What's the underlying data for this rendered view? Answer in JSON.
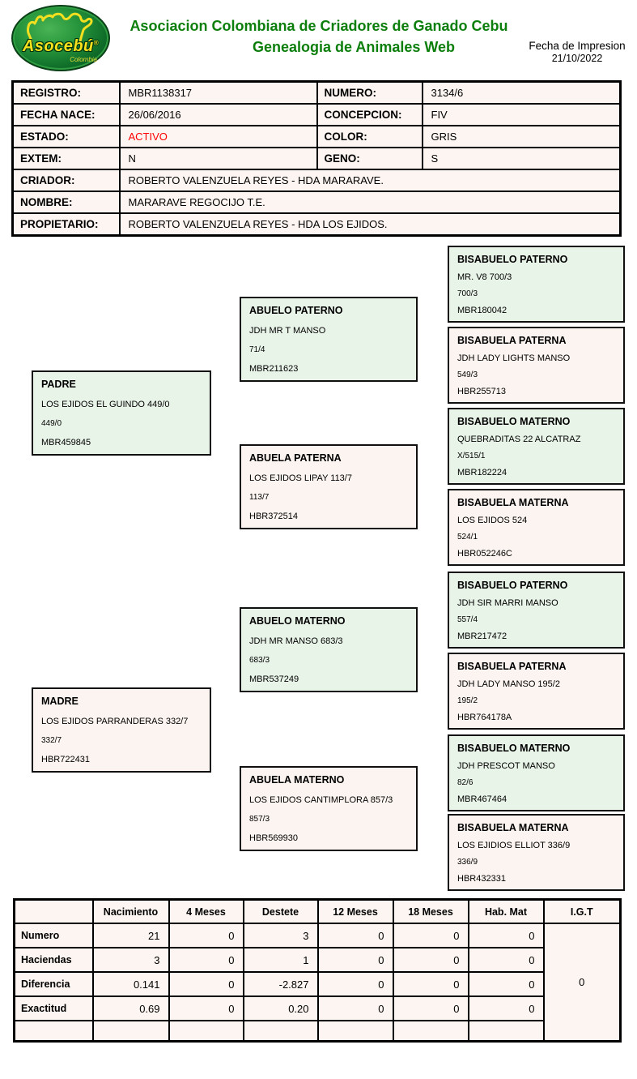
{
  "header": {
    "logo_brand": "Asocebú",
    "logo_reg_mark": "®",
    "logo_sub": "Colombia",
    "title_line1": "Asociacion Colombiana de Criadores de Ganado Cebu",
    "title_line2": "Genealogia de Animales Web",
    "print_date_label": "Fecha de Impresion",
    "print_date_value": "21/10/2022"
  },
  "info": {
    "rows4": [
      {
        "l1": "REGISTRO:",
        "v1": "MBR1138317",
        "l2": "NUMERO:",
        "v2": "3134/6"
      },
      {
        "l1": "FECHA NACE:",
        "v1": "26/06/2016",
        "l2": "CONCEPCION:",
        "v2": "FIV"
      },
      {
        "l1": "ESTADO:",
        "v1": "ACTIVO",
        "l2": "COLOR:",
        "v2": "GRIS"
      },
      {
        "l1": "EXTEM:",
        "v1": "N",
        "l2": "GENO:",
        "v2": "S"
      }
    ],
    "rows_full": [
      {
        "label": "CRIADOR:",
        "value": "ROBERTO VALENZUELA REYES - HDA MARARAVE."
      },
      {
        "label": "NOMBRE:",
        "value": "MARARAVE REGOCIJO T.E."
      },
      {
        "label": "PROPIETARIO:",
        "value": "ROBERTO VALENZUELA REYES - HDA LOS EJIDOS."
      }
    ]
  },
  "colors": {
    "estado_active": "#ff0000",
    "title_green": "#0b7e0b",
    "male_box_bg": "#e9f4e9",
    "female_box_bg": "#fcf4f0"
  },
  "pedigree": {
    "padre": {
      "title": "PADRE",
      "name": "LOS EJIDOS EL GUINDO 449/0",
      "number": "449/0",
      "reg": "MBR459845"
    },
    "madre": {
      "title": "MADRE",
      "name": "LOS EJIDOS PARRANDERAS 332/7",
      "number": "332/7",
      "reg": "HBR722431"
    },
    "abuelos": [
      {
        "title": "ABUELO PATERNO",
        "name": "JDH MR T MANSO",
        "number": "71/4",
        "reg": "MBR211623"
      },
      {
        "title": "ABUELA PATERNA",
        "name": "LOS EJIDOS LIPAY 113/7",
        "number": "113/7",
        "reg": "HBR372514"
      },
      {
        "title": "ABUELO MATERNO",
        "name": "JDH MR MANSO 683/3",
        "number": "683/3",
        "reg": "MBR537249"
      },
      {
        "title": "ABUELA MATERNO",
        "name": "LOS EJIDOS CANTIMPLORA 857/3",
        "number": "857/3",
        "reg": "HBR569930"
      }
    ],
    "bisabuelos": [
      {
        "title": "BISABUELO PATERNO",
        "name": "MR. V8 700/3",
        "number": "700/3",
        "reg": "MBR180042"
      },
      {
        "title": "BISABUELA PATERNA",
        "name": "JDH LADY LIGHTS MANSO",
        "number": "549/3",
        "reg": "HBR255713"
      },
      {
        "title": "BISABUELO MATERNO",
        "name": "QUEBRADITAS 22 ALCATRAZ",
        "number": "X/515/1",
        "reg": "MBR182224"
      },
      {
        "title": "BISABUELA MATERNA",
        "name": "LOS EJIDOS 524",
        "number": "524/1",
        "reg": "HBR052246C"
      },
      {
        "title": "BISABUELO PATERNO",
        "name": "JDH SIR MARRI MANSO",
        "number": "557/4",
        "reg": "MBR217472"
      },
      {
        "title": "BISABUELA PATERNA",
        "name": "JDH LADY MANSO 195/2",
        "number": "195/2",
        "reg": "HBR764178A"
      },
      {
        "title": "BISABUELO MATERNO",
        "name": "JDH PRESCOT MANSO",
        "number": "82/6",
        "reg": "MBR467464"
      },
      {
        "title": "BISABUELA MATERNA",
        "name": "LOS EJIDIOS ELLIOT 336/9",
        "number": "336/9",
        "reg": "HBR432331"
      }
    ]
  },
  "stats": {
    "headers": [
      "",
      "Nacimiento",
      "4 Meses",
      "Destete",
      "12 Meses",
      "18 Meses",
      "Hab. Mat",
      "I.G.T"
    ],
    "rows": [
      {
        "label": "Numero",
        "values": [
          "21",
          "0",
          "3",
          "0",
          "0",
          "0"
        ]
      },
      {
        "label": "Haciendas",
        "values": [
          "3",
          "0",
          "1",
          "0",
          "0",
          "0"
        ]
      },
      {
        "label": "Diferencia",
        "values": [
          "0.141",
          "0",
          "-2.827",
          "0",
          "0",
          "0"
        ]
      },
      {
        "label": "Exactitud",
        "values": [
          "0.69",
          "0",
          "0.20",
          "0",
          "0",
          "0"
        ]
      }
    ],
    "igt_value": "0"
  }
}
